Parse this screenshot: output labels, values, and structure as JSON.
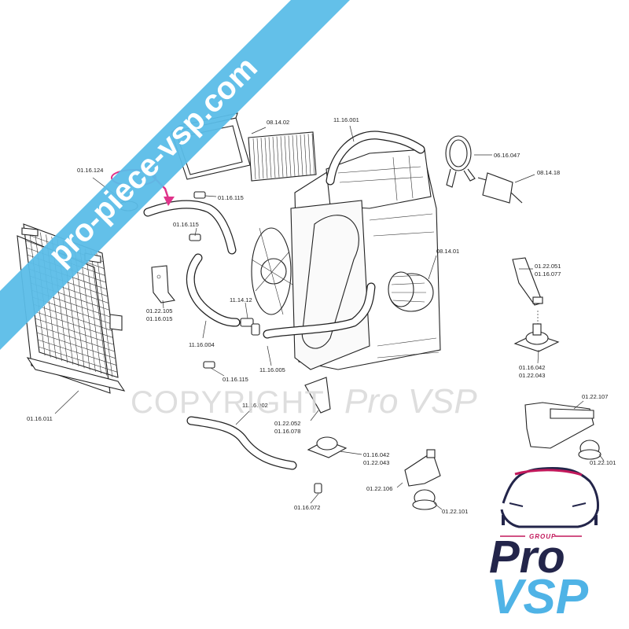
{
  "watermark": {
    "banner_text": "pro-piece-vsp.com",
    "copyright_text": "COPYRIGHT",
    "brand_text": "Pro VSP"
  },
  "logo": {
    "group_text": "GROUP",
    "pro_text": "Pro",
    "vsp_text": "VSP"
  },
  "labels": {
    "p_011612 4": "",
    "p_0116124": "01.16.124",
    "p_011611 5a": "",
    "p_0116115a": "01.16.115",
    "p_0116115b": "01.16.115",
    "p_0116115c": "01.16.115",
    "p_081402": "08.14.02",
    "p_111600 1": "",
    "p_1116001": "11.16.001",
    "p_0616047": "06.16.047",
    "p_081418": "08.14.18",
    "p_081401": "08.14.01",
    "p_0122051": "01.22.051",
    "p_0116077": "01.16.077",
    "p_0122105": "01.22.105",
    "p_0116015": "01.16.015",
    "p_111412": "11.14.12",
    "p_1116004": "11.16.004",
    "p_1116005": "11.16.005",
    "p_0116042a": "01.16.042",
    "p_0122043a": "01.22.043",
    "p_0116042b": "01.16.042",
    "p_0122043b": "01.22.043",
    "p_0116011": "01.16.011",
    "p_1116002": "11.16.002",
    "p_0122052": "01.22.052",
    "p_0116078": "01.16.078",
    "p_0122107": "01.22.107",
    "p_0122101a": "01.22.101",
    "p_0122101b": "01.22.101",
    "p_0122106": "01.22.106",
    "p_0116072": "01.16.072"
  },
  "colors": {
    "banner": "#5bbde8",
    "highlight_arrow": "#e0338a",
    "logo_dark": "#23254a",
    "logo_light": "#4fb3e6",
    "logo_accent": "#c2185b"
  },
  "icons": [
    "highlight-arrow-icon",
    "car-front-icon"
  ]
}
